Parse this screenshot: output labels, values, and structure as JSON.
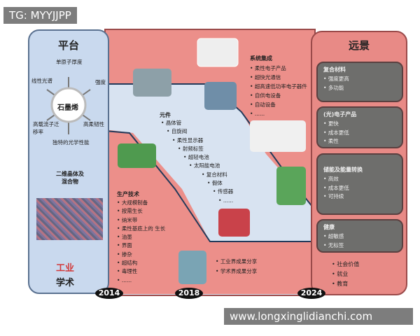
{
  "watermark_top": "TG: MYYJJPP",
  "watermark_bottom": "www.longxinglidianchi.com",
  "platform": {
    "title": "平台",
    "center": "石墨烯",
    "properties": [
      "单原子厚度",
      "线性光谱",
      "强度",
      "高载流子迁移率",
      "高柔韧性",
      "独特的光学性能"
    ],
    "subtitle": "二维晶体及混合物",
    "industry": "工业",
    "academia": "学术"
  },
  "components": {
    "title": "元件",
    "items": [
      "晶体管",
      "自旋阀",
      "柔性显示器",
      "射频标签",
      "超轻电池",
      "太阳能电池",
      "复合材料",
      "假体",
      "传感器",
      "......"
    ]
  },
  "production": {
    "title": "生产技术",
    "items": [
      "大规模制备",
      "按需生长",
      "纳米带",
      "柔性基底上的 生长",
      "油墨",
      "界面",
      "掺杂",
      "超结构",
      "毒理性",
      "......"
    ]
  },
  "integration": {
    "title": "系统集成",
    "items": [
      "柔性电子产品",
      "超快光通信",
      "超高速低功率电子器件",
      "自供电设备",
      "自动设备",
      "......"
    ]
  },
  "sharing": [
    "工业界成果分享",
    "学术界成果分享"
  ],
  "vision": {
    "title": "远景",
    "boxes": [
      {
        "title": "复合材料",
        "items": [
          "强度更高",
          "多功能"
        ]
      },
      {
        "title": "(光)电子产品",
        "items": [
          "更快",
          "成本更低",
          "柔性"
        ]
      },
      {
        "title": "储能及能量转换",
        "items": [
          "高效",
          "成本更低",
          "可持续"
        ]
      },
      {
        "title": "健康",
        "items": [
          "超敏感",
          "无标签"
        ]
      }
    ],
    "social": [
      "社会价值",
      "就业",
      "教育"
    ]
  },
  "years": [
    "2014",
    "2018",
    "2024"
  ],
  "colors": {
    "blue_panel": "#c9d9ee",
    "pink_panel": "#e88a86",
    "band": "#ec8f8a",
    "box": "#6e6e6c"
  }
}
